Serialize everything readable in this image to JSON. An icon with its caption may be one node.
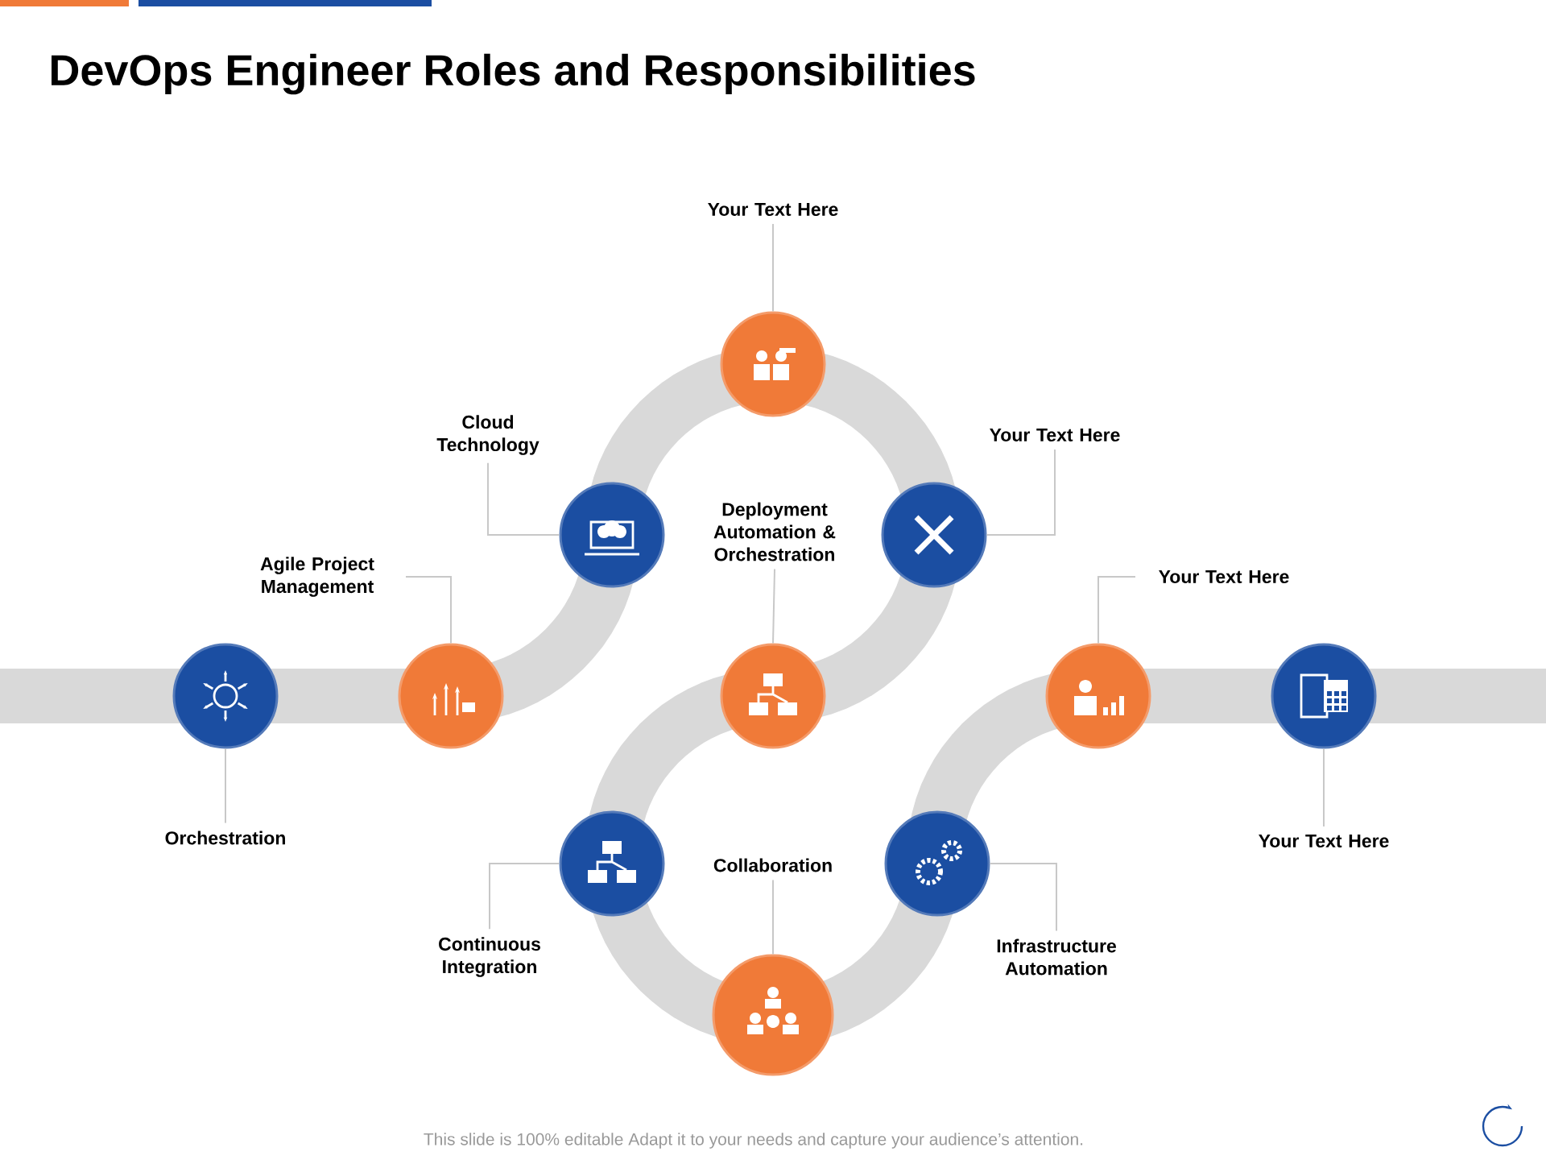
{
  "diagram": {
    "title": "DevOps Engineer Roles and Responsibilities",
    "nodes": [
      {
        "text": [],
        "shape": "circle"
      },
      {
        "text": [],
        "shape": "circle"
      },
      {
        "text": [],
        "shape": "circle"
      },
      {
        "text": [],
        "shape": "circle"
      },
      {
        "text": [],
        "shape": "circle"
      },
      {
        "text": [],
        "shape": "circle"
      },
      {
        "text": [],
        "shape": "circle"
      },
      {
        "text": [],
        "shape": "circle"
      },
      {
        "text": [],
        "shape": "circle"
      },
      {
        "text": [],
        "shape": "circle"
      },
      {
        "text": [],
        "shape": "circle"
      },
      {
        "text": [
          "Your Text Here"
        ]
      },
      {
        "text": [
          "Cloud Technology"
        ]
      },
      {
        "text": [
          "Your Text Here"
        ]
      },
      {
        "text": [
          "Agile Project Management"
        ]
      },
      {
        "text": [
          "Deployment Automation & Orchestration"
        ]
      },
      {
        "text": [
          "Your Text Here"
        ]
      },
      {
        "text": [
          "Orchestration"
        ]
      },
      {
        "text": [
          "Your Text Here"
        ]
      },
      {
        "text": [
          "Collaboration"
        ]
      },
      {
        "text": [
          "Continuous Integration"
        ]
      },
      {
        "text": [
          "Infrastructure Automation"
        ]
      }
    ],
    "edges": [
      {
        "from": 11,
        "to": 3,
        "arrow": "none"
      },
      {
        "from": 12,
        "to": 2,
        "arrow": "none"
      },
      {
        "from": 13,
        "to": 4,
        "arrow": "none"
      },
      {
        "from": 14,
        "to": 1,
        "arrow": "none"
      },
      {
        "from": 15,
        "to": 5,
        "arrow": "none"
      },
      {
        "from": 16,
        "to": 9,
        "arrow": "none"
      },
      {
        "from": 17,
        "to": 0,
        "arrow": "none"
      },
      {
        "from": 18,
        "to": 10,
        "arrow": "none"
      },
      {
        "from": 19,
        "to": 7,
        "arrow": "none"
      },
      {
        "from": 20,
        "to": 6,
        "arrow": "none"
      },
      {
        "from": 21,
        "to": 8,
        "arrow": "none"
      }
    ],
    "labels": [
      "This slide is 100% editable Adapt it to your needs and capture your audience’s attention."
    ]
  }
}
